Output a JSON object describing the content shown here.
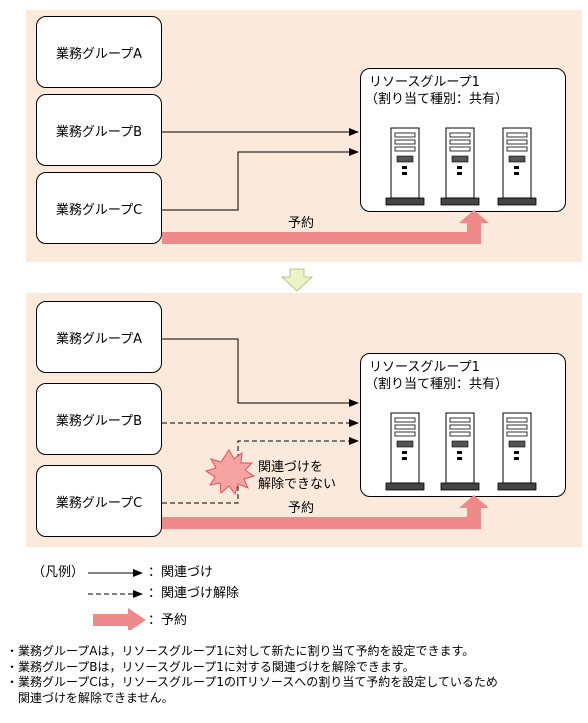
{
  "top_panel": {
    "group_a": "業務グループA",
    "group_b": "業務グループB",
    "group_c": "業務グループC",
    "resource_title": "リソースグループ1",
    "resource_sub": "（割り当て種別：共有）",
    "reserve_label": "予約"
  },
  "bottom_panel": {
    "group_a": "業務グループA",
    "group_b": "業務グループB",
    "group_c": "業務グループC",
    "resource_title": "リソースグループ1",
    "resource_sub": "（割り当て種別：共有）",
    "reserve_label": "予約",
    "burst_line1": "関連づけを",
    "burst_line2": "解除できない"
  },
  "legend": {
    "title": "（凡例）",
    "association": "：関連づけ",
    "unassociation": "：関連づけ解除",
    "reserve": "：予約"
  },
  "notes": [
    "・業務グループAは，リソースグループ1に対して新たに割り当て予約を設定できます。",
    "・業務グループBは，リソースグループ1に対する関連づけを解除できます。",
    "・業務グループCは，リソースグループ1のITリソースへの割り当て予約を設定しているため",
    "　関連づけを解除できません。"
  ],
  "colors": {
    "panel_bg": "#fbeadb",
    "reserve_arrow": "#f08a8a",
    "transition_arrow": "#eef3c6",
    "burst": "#f6a3a3"
  }
}
